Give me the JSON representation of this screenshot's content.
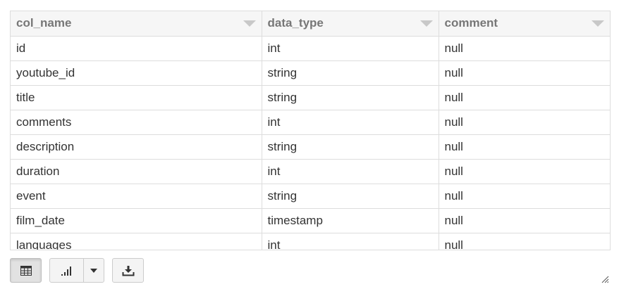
{
  "table": {
    "columns": [
      "col_name",
      "data_type",
      "comment"
    ],
    "rows": [
      [
        "id",
        "int",
        "null"
      ],
      [
        "youtube_id",
        "string",
        "null"
      ],
      [
        "title",
        "string",
        "null"
      ],
      [
        "comments",
        "int",
        "null"
      ],
      [
        "description",
        "string",
        "null"
      ],
      [
        "duration",
        "int",
        "null"
      ],
      [
        "event",
        "string",
        "null"
      ],
      [
        "film_date",
        "timestamp",
        "null"
      ],
      [
        "languages",
        "int",
        "null"
      ]
    ]
  },
  "toolbar": {
    "buttons": [
      {
        "name": "table-view-button",
        "icon": "table-icon",
        "active": true
      },
      {
        "name": "chart-view-button",
        "icon": "bar-chart-icon",
        "active": false
      },
      {
        "name": "chart-type-dropdown",
        "icon": "chevron-down-icon",
        "active": false
      },
      {
        "name": "download-button",
        "icon": "download-icon",
        "active": false
      }
    ]
  },
  "colors": {
    "header_bg": "#f6f6f6",
    "header_text": "#777777",
    "cell_text": "#333333",
    "border": "#dddddd",
    "button_bg": "#f4f4f4",
    "button_active_bg": "#e2e2e2"
  }
}
